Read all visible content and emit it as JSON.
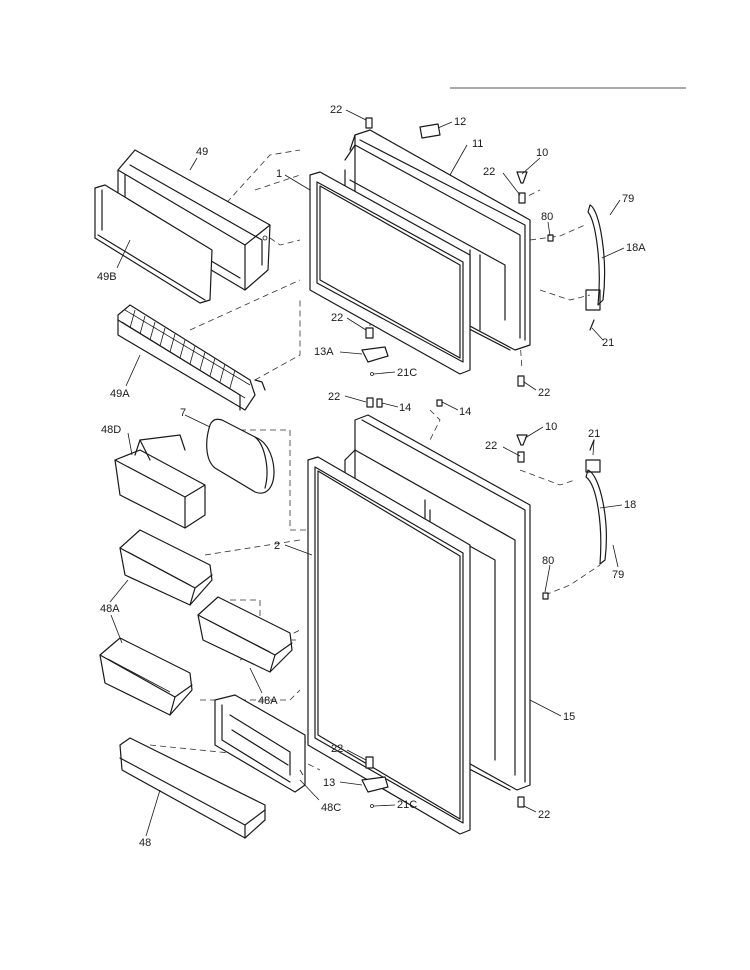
{
  "callouts": [
    {
      "id": "22a",
      "text": "22"
    },
    {
      "id": "12",
      "text": "12"
    },
    {
      "id": "11",
      "text": "11"
    },
    {
      "id": "49",
      "text": "49"
    },
    {
      "id": "1",
      "text": "1"
    },
    {
      "id": "10a",
      "text": "10"
    },
    {
      "id": "22b",
      "text": "22"
    },
    {
      "id": "79a",
      "text": "79"
    },
    {
      "id": "80a",
      "text": "80"
    },
    {
      "id": "18A",
      "text": "18A"
    },
    {
      "id": "49B",
      "text": "49B"
    },
    {
      "id": "22c",
      "text": "22"
    },
    {
      "id": "21a",
      "text": "21"
    },
    {
      "id": "13A",
      "text": "13A"
    },
    {
      "id": "21Ca",
      "text": "21C"
    },
    {
      "id": "49A",
      "text": "49A"
    },
    {
      "id": "22d",
      "text": "22"
    },
    {
      "id": "22e",
      "text": "22"
    },
    {
      "id": "14a",
      "text": "14"
    },
    {
      "id": "14b",
      "text": "14"
    },
    {
      "id": "7",
      "text": "7"
    },
    {
      "id": "10b",
      "text": "10"
    },
    {
      "id": "48D",
      "text": "48D"
    },
    {
      "id": "21b",
      "text": "21"
    },
    {
      "id": "22f",
      "text": "22"
    },
    {
      "id": "18",
      "text": "18"
    },
    {
      "id": "2",
      "text": "2"
    },
    {
      "id": "80b",
      "text": "80"
    },
    {
      "id": "79b",
      "text": "79"
    },
    {
      "id": "48Aa",
      "text": "48A"
    },
    {
      "id": "48Ab",
      "text": "48A"
    },
    {
      "id": "15",
      "text": "15"
    },
    {
      "id": "22g",
      "text": "22"
    },
    {
      "id": "13",
      "text": "13"
    },
    {
      "id": "48C",
      "text": "48C"
    },
    {
      "id": "21Cb",
      "text": "21C"
    },
    {
      "id": "48",
      "text": "48"
    },
    {
      "id": "22h",
      "text": "22"
    }
  ]
}
